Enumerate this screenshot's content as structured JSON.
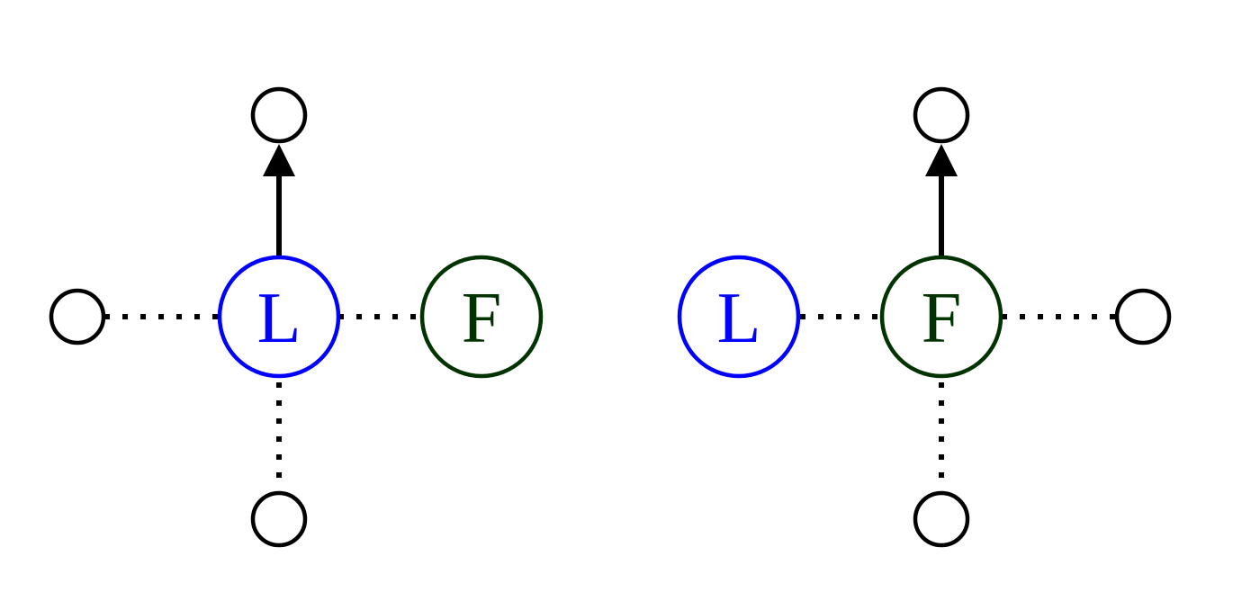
{
  "colors": {
    "leader": "#0000ff",
    "follower": "#003300",
    "edge": "#000000"
  },
  "panels": [
    {
      "leader_label": "L",
      "follower_label": "F",
      "moving_node": "leader"
    },
    {
      "leader_label": "L",
      "follower_label": "F",
      "moving_node": "follower"
    }
  ]
}
